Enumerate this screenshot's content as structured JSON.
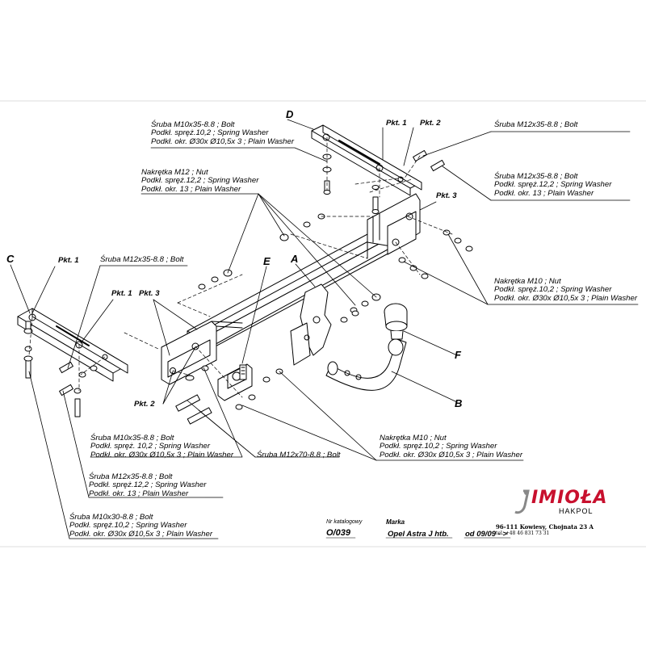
{
  "parts": {
    "A": "A",
    "B": "B",
    "C": "C",
    "D": "D",
    "E": "E",
    "F": "F"
  },
  "points": {
    "pkt1_top": "Pkt. 1",
    "pkt2_top": "Pkt. 2",
    "pkt3_top": "Pkt. 3",
    "pkt1_left_a": "Pkt. 1",
    "pkt1_left_b": "Pkt. 1",
    "pkt3_left": "Pkt. 3",
    "pkt2_bottom": "Pkt. 2"
  },
  "callouts": {
    "top_bolt_m10": [
      "Śruba M10x35-8.8 ;  Bolt",
      "Podkł. spręż.10,2 ; Spring Washer",
      "Podkł. okr.  Ø30x Ø10,5x 3 ; Plain Washer"
    ],
    "nut_m12": [
      "Nakrętka  M12 ; Nut",
      "Podkł. spręż.12,2 ; Spring Washer",
      "Podkł. okr. 13 ; Plain Washer"
    ],
    "right_bolt_m12_single": [
      "Śruba M12x35-8.8 ;  Bolt"
    ],
    "right_bolt_m12": [
      "Śruba M12x35-8.8 ;  Bolt",
      "Podkł. spręż.12,2 ; Spring Washer",
      "Podkł. okr. 13 ; Plain Washer"
    ],
    "right_nut_m10": [
      "Nakrętka  M10 ; Nut",
      "Podkł. spręż.10,2 ; Spring Washer",
      "Podkł. okr.  Ø30x Ø10,5x 3 ; Plain Washer"
    ],
    "left_bolt_m12_single": [
      "Śruba M12x35-8.8 ;  Bolt"
    ],
    "bottom_bolt_m10": [
      "Śruba M10x35-8.8 ;  Bolt",
      "Podkł. spręż. 10,2 ; Spring Washer",
      "Podkł. okr.  Ø30x Ø10,5x 3 ; Plain Washer"
    ],
    "bottom_bolt_m12x70": [
      "Śruba M12x70-8.8 ;  Bolt"
    ],
    "bottom_nut_m10": [
      "Nakrętka  M10 ; Nut",
      "Podkł. spręż.10,2 ; Spring Washer",
      "Podkł. okr.  Ø30x Ø10,5x 3 ; Plain Washer"
    ],
    "bottom_bolt_m12": [
      "Śruba M12x35-8.8 ;  Bolt",
      "Podkł. spręż.12,2 ; Spring Washer",
      "Podkł. okr. 13 ; Plain Washer"
    ],
    "bottom_bolt_m10x30": [
      "Śruba M10x30-8.8 ;  Bolt",
      "Podkł. spręż.10,2 ; Spring Washer",
      "Podkł. okr.  Ø30x Ø10,5x 3 ; Plain Washer"
    ]
  },
  "title_block": {
    "catalog_label": "Nr katalogowy",
    "catalog_number": "O/039",
    "brand_label": "Marka",
    "model": "Opel Astra J htb.",
    "date": "od 09/09 - >"
  },
  "company": {
    "name": "IMIOŁA",
    "sub": "HAKPOL",
    "address": "96-111 Kowiesy, Chojnata 23 A",
    "phone": "tel. +48 46 831 73 31",
    "brand_color": "#c8102e"
  }
}
